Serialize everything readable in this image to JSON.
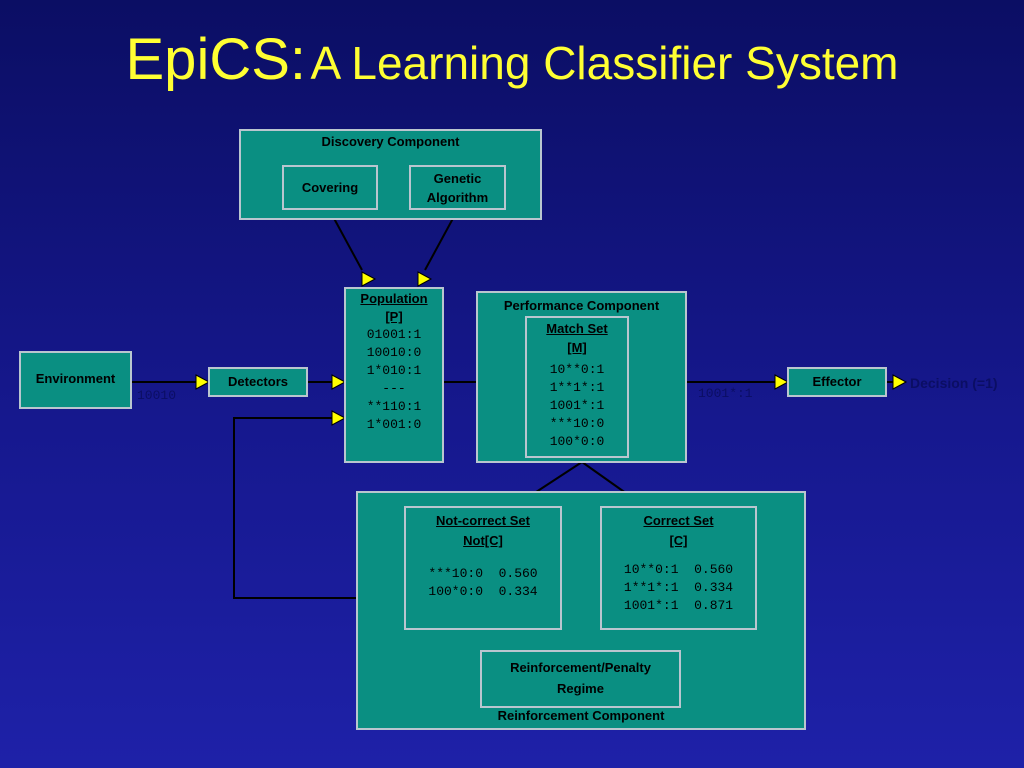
{
  "title": {
    "main": "EpiCS:",
    "sub": "A Learning Classifier System"
  },
  "discovery": {
    "label": "Discovery Component",
    "covering": "Covering",
    "ga_line1": "Genetic",
    "ga_line2": "Algorithm"
  },
  "population": {
    "label1": "Population",
    "label2": "[P]",
    "rules": [
      "01001:1",
      "10010:0",
      "1*010:1",
      "---",
      "**110:1",
      "1*001:0"
    ]
  },
  "performance": {
    "label": "Performance Component",
    "match_label1": "Match Set",
    "match_label2": "[M]",
    "rules": [
      "10**0:1",
      "1**1*:1",
      "1001*:1",
      "***10:0",
      "100*0:0"
    ]
  },
  "environment": {
    "label": "Environment",
    "output": "10010"
  },
  "detectors": {
    "label": "Detectors"
  },
  "effector": {
    "label": "Effector",
    "input": "1001*:1",
    "decision": "Decision (=1)"
  },
  "reinforcement": {
    "label": "Reinforcement Component",
    "notcorrect_label1": "Not-correct Set",
    "notcorrect_label2": "Not[C]",
    "notcorrect_rules": [
      "***10:0  0.560",
      "100*0:0  0.334"
    ],
    "correct_label1": "Correct Set",
    "correct_label2": "[C]",
    "correct_rules": [
      "10**0:1  0.560",
      "1**1*:1  0.334",
      "1001*:1  0.871"
    ],
    "regime_line1": "Reinforcement/Penalty",
    "regime_line2": "Regime"
  },
  "colors": {
    "background": "#16188e",
    "box": "#0a8f82",
    "title": "#ffff33",
    "arrow": "#ffff00"
  }
}
